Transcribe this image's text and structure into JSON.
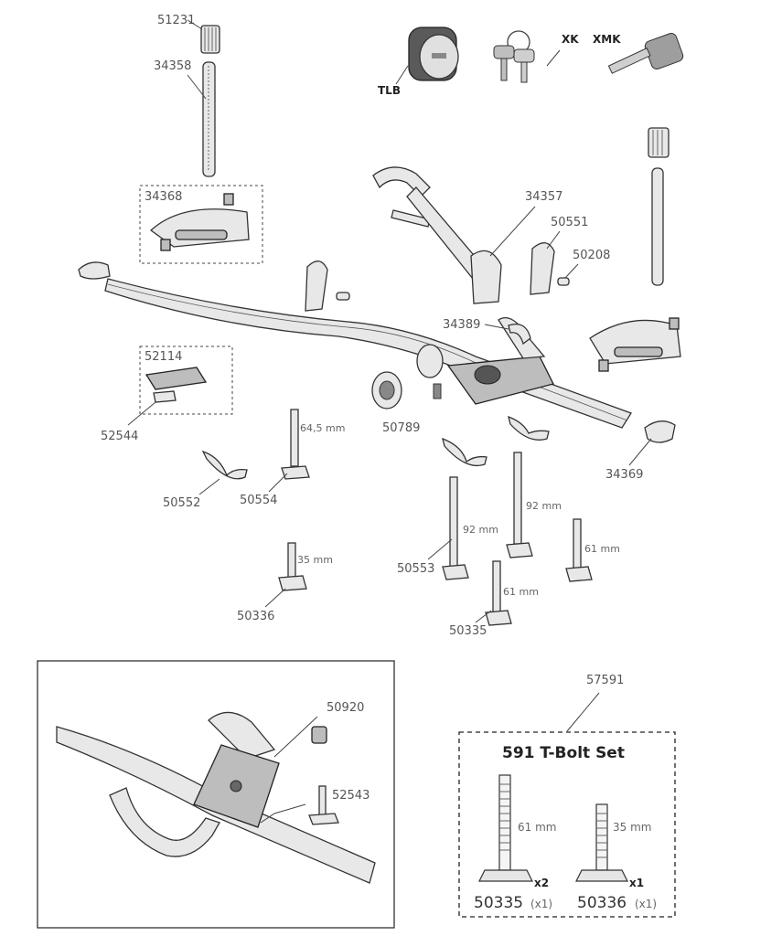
{
  "parts_top": {
    "p51231": "51231",
    "p34358": "34358",
    "tlb": "TLB",
    "xk": "XK",
    "xmk": "XMK",
    "p34368": "34368",
    "p34357": "34357",
    "p50551": "50551",
    "p50208": "50208",
    "p34389": "34389",
    "p52114": "52114",
    "p52544": "52544",
    "p50789": "50789",
    "p34369": "34369",
    "p50552": "50552",
    "p50554": "50554",
    "p50553": "50553",
    "p50336": "50336",
    "p50335": "50335"
  },
  "lengths": {
    "l64": "64,5 mm",
    "l92a": "92 mm",
    "l92b": "92 mm",
    "l61a": "61 mm",
    "l61b": "61 mm",
    "l35": "35 mm"
  },
  "inset": {
    "p50920": "50920",
    "p52543": "52543"
  },
  "tbolt_set": {
    "part_no": "57591",
    "title": "591 T-Bolt Set",
    "bolt1_length": "61 mm",
    "bolt1_qty": "x2",
    "bolt1_part": "50335",
    "bolt1_count": "(x1)",
    "bolt2_length": "35 mm",
    "bolt2_qty": "x1",
    "bolt2_part": "50336",
    "bolt2_count": "(x1)"
  }
}
